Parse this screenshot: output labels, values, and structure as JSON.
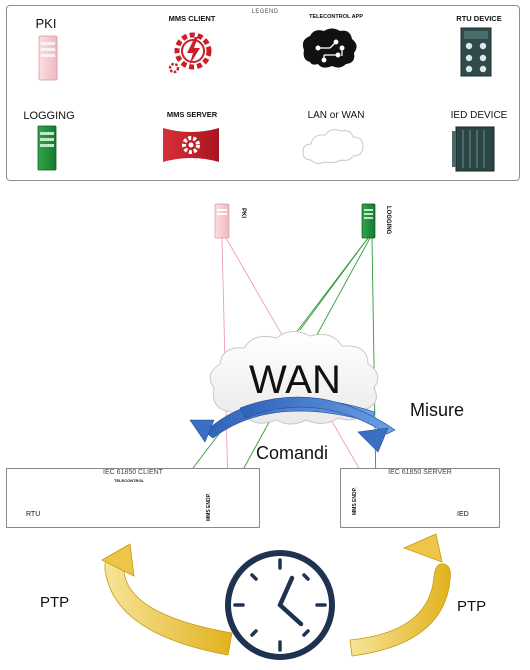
{
  "legend": {
    "title": "LEGEND",
    "items": {
      "pki": "PKI",
      "mms_client": "MMS CLIENT",
      "telecontrol_app": "TELECONTROL APP",
      "rtu_device": "RTU DEVICE",
      "logging": "LOGGING",
      "mms_server": "MMS SERVER",
      "lan_or_wan": "LAN or WAN",
      "ied_device": "IED DEVICE"
    }
  },
  "diagram": {
    "pki_label": "PKI",
    "logging_label": "LOGGING",
    "wan_label": "WAN",
    "misure_label": "Misure",
    "comandi_label": "Comandi",
    "client_zone": {
      "title": "IEC 61850 CLIENT",
      "rtu_label": "RTU",
      "telecontrol_label": "TELECONTROL",
      "mms_endp_label": "MMS ENDP."
    },
    "server_zone": {
      "title": "IEC 61850 SERVER",
      "mms_endp_label": "MMS ENDP.",
      "ied_label": "IED"
    },
    "ptp_left": "PTP",
    "ptp_right": "PTP"
  },
  "colors": {
    "pki_pink": "#f4c6cc",
    "logging_green": "#1f8a3c",
    "mms_red": "#c8202a",
    "rtu_teal": "#2e4a4a",
    "arrow_blue": "#3a6fc4",
    "arrow_gold": "#f0c341",
    "clock_navy": "#1f3350",
    "link_green": "#2f9a3a",
    "link_pink": "#f0a0ac"
  }
}
